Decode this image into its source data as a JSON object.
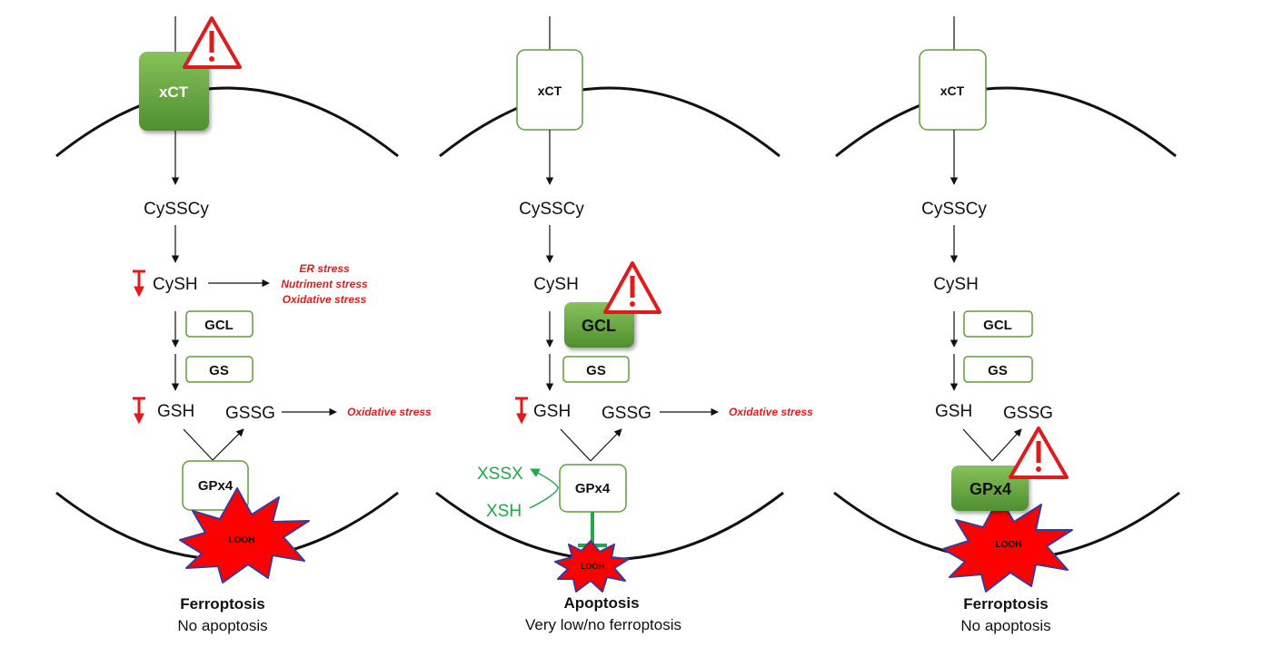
{
  "colors": {
    "green": "#5e9e3c",
    "green_light": "#7cbf4e",
    "green_text": "#22a84a",
    "red": "#e01b1b",
    "star_red": "#ff0000",
    "star_edge": "#3a3a9a"
  },
  "panels": [
    {
      "xct": "xCT",
      "cysscy": "CySSCy",
      "cysh": "CySH",
      "gcl": "GCL",
      "gs": "GS",
      "gsh": "GSH",
      "gssg": "GSSG",
      "gpx4": "GPx4",
      "looh": "LOOH",
      "stress_lines": [
        "ER stress",
        "Nutriment stress",
        "Oxidative stress"
      ],
      "gssg_stress": "Oxidative stress",
      "outcome_title": "Ferroptosis",
      "outcome_sub": "No apoptosis"
    },
    {
      "xct": "xCT",
      "cysscy": "CySSCy",
      "cysh": "CySH",
      "gcl": "GCL",
      "gs": "GS",
      "gsh": "GSH",
      "gssg": "GSSG",
      "gpx4": "GPx4",
      "looh": "LOOH",
      "xssx": "XSSX",
      "xsh": "XSH",
      "gssg_stress": "Oxidative stress",
      "outcome_title": "Apoptosis",
      "outcome_sub": "Very low/no ferroptosis"
    },
    {
      "xct": "xCT",
      "cysscy": "CySSCy",
      "cysh": "CySH",
      "gcl": "GCL",
      "gs": "GS",
      "gsh": "GSH",
      "gssg": "GSSG",
      "gpx4": "GPx4",
      "looh": "LOOH",
      "outcome_title": "Ferroptosis",
      "outcome_sub": "No apoptosis"
    }
  ]
}
